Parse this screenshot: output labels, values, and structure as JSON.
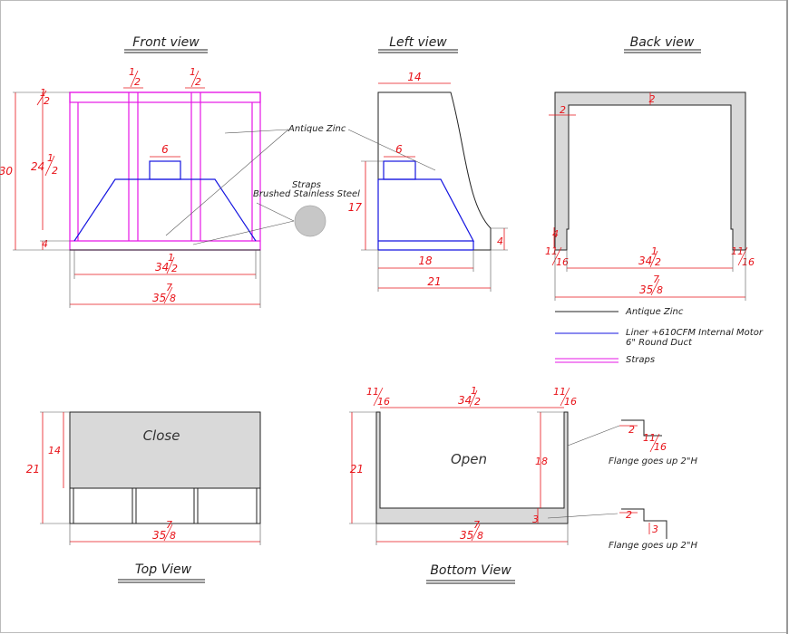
{
  "views": {
    "front": "Front view",
    "left": "Left view",
    "back": "Back view",
    "top": "Top View",
    "bottom": "Bottom View"
  },
  "labels": {
    "antique_zinc": "Antique Zinc",
    "straps": "Straps",
    "brushed_ss": "Brushed Stainless Steel",
    "close": "Close",
    "open": "Open",
    "flange": "Flange goes up 2\"H"
  },
  "legend": [
    {
      "label": "Antique Zinc",
      "color": "#222222"
    },
    {
      "label": "Liner +610CFM Internal Motor",
      "label2": "6\" Round Duct",
      "color": "#1414e0"
    },
    {
      "label": "Straps",
      "color": "#e616e6"
    }
  ],
  "dims": {
    "half": "1/2",
    "d30": "30",
    "d24": "24",
    "d4": "4",
    "d6": "6",
    "d34": "34",
    "d35": "35",
    "d7": "7",
    "d8": "8",
    "d14": "14",
    "d17": "17",
    "d18": "18",
    "d21": "21",
    "d2": "2",
    "d11": "11",
    "d16": "16",
    "d3": "3",
    "n1": "1",
    "n2": "2"
  },
  "colors": {
    "dimension": "#e8141a",
    "zinc": "#222222",
    "liner": "#1414e0",
    "straps": "#e616e6",
    "fill_gray": "#d9d9d9"
  }
}
